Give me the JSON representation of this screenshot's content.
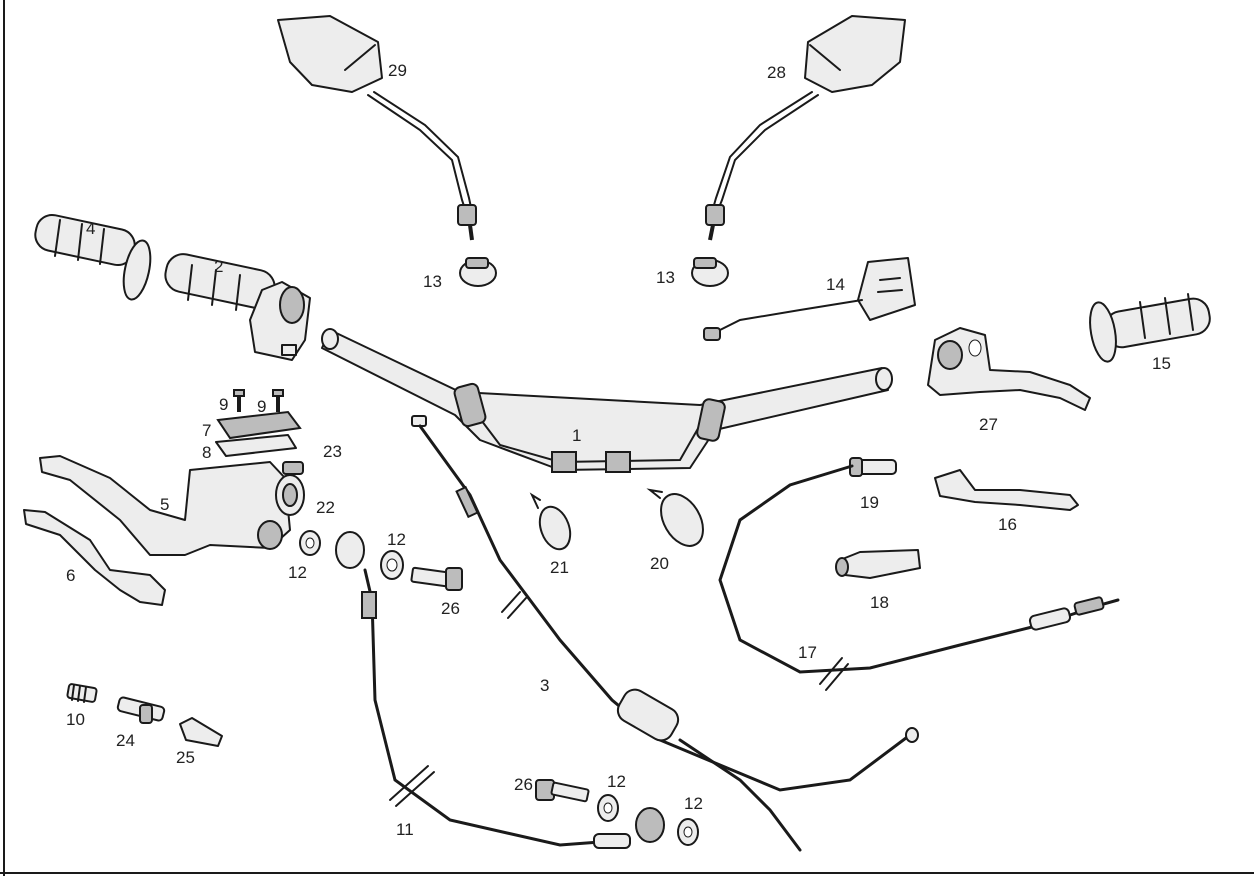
{
  "diagram": {
    "labels": {
      "p1": "1",
      "p2": "2",
      "p3": "3",
      "p4": "4",
      "p5": "5",
      "p6": "6",
      "p7": "7",
      "p8": "8",
      "p9a": "9",
      "p9b": "9",
      "p10": "10",
      "p11": "11",
      "p12a": "12",
      "p12b": "12",
      "p12c": "12",
      "p12d": "12",
      "p13a": "13",
      "p13b": "13",
      "p14": "14",
      "p15": "15",
      "p16": "16",
      "p17": "17",
      "p18": "18",
      "p19": "19",
      "p20": "20",
      "p21": "21",
      "p22": "22",
      "p23": "23",
      "p24": "24",
      "p25": "25",
      "p26a": "26",
      "p26b": "26",
      "p27": "27",
      "p28": "28",
      "p29": "29"
    },
    "colors": {
      "ink": "#1a1a1a",
      "fill": "#ededed",
      "shade": "#bcbcbc",
      "background": "#ffffff"
    }
  }
}
